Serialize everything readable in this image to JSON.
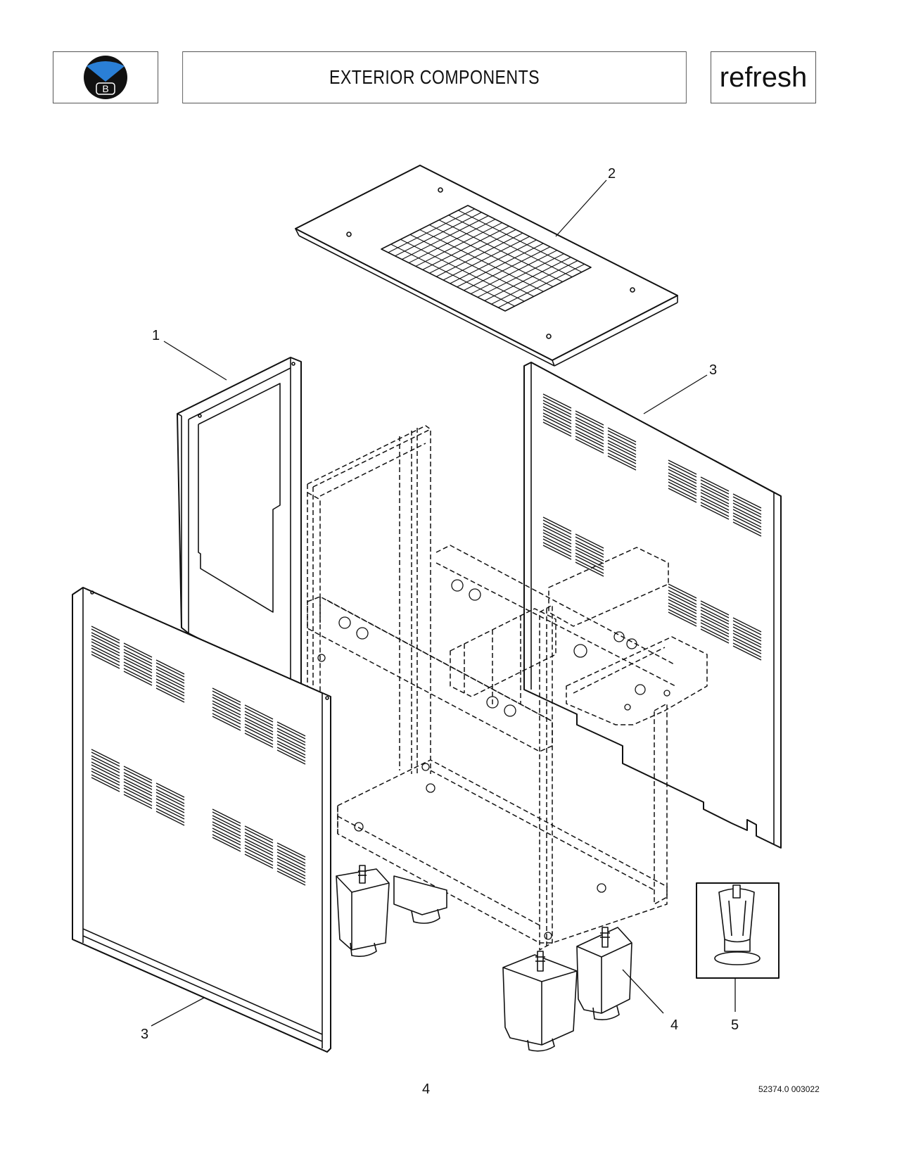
{
  "header": {
    "logo_letter": "B",
    "title": "EXTERIOR COMPONENTS",
    "brand": "refresh"
  },
  "callouts": [
    {
      "id": "1",
      "label": "1"
    },
    {
      "id": "2",
      "label": "2"
    },
    {
      "id": "3a",
      "label": "3"
    },
    {
      "id": "3b",
      "label": "3"
    },
    {
      "id": "4",
      "label": "4"
    },
    {
      "id": "5",
      "label": "5"
    }
  ],
  "footer": {
    "page_number": "4",
    "doc_code": "52374.0 003022"
  }
}
